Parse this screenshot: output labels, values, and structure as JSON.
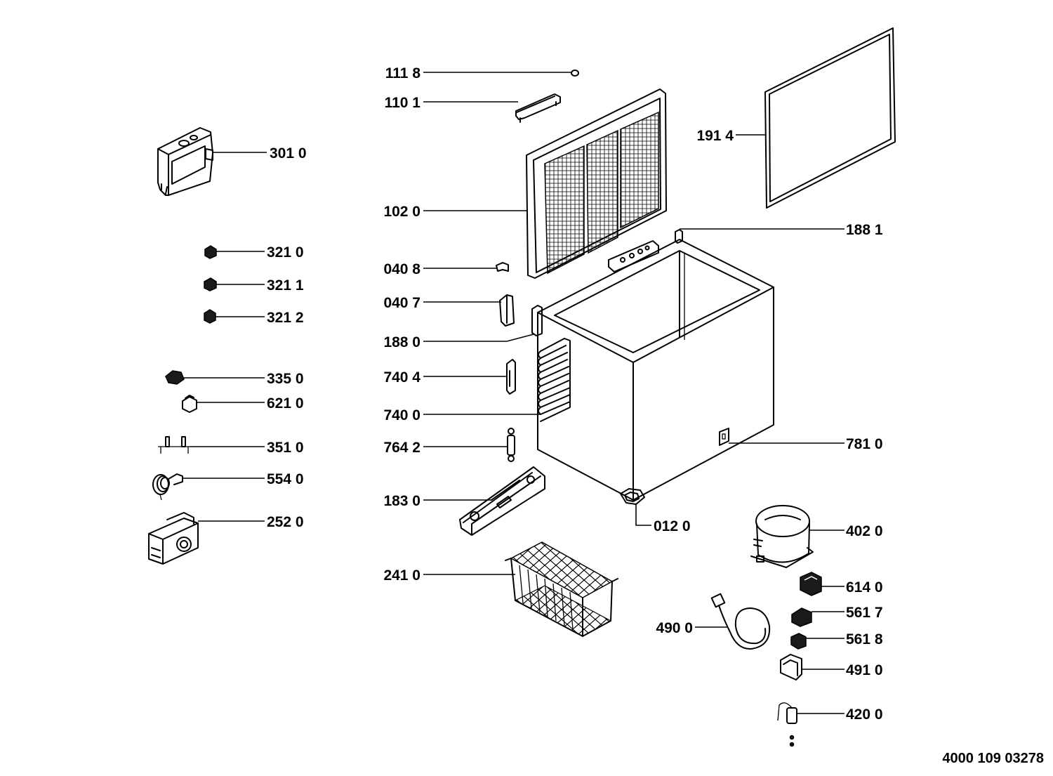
{
  "labels": {
    "p1118": "111 8",
    "p1101": "110 1",
    "p3010": "301 0",
    "p1914": "191 4",
    "p1020": "102 0",
    "p1881": "188 1",
    "p3210": "321 0",
    "p0408": "040 8",
    "p3211": "321 1",
    "p0407": "040 7",
    "p3212": "321 2",
    "p1880": "188 0",
    "p3350": "335 0",
    "p7404": "740 4",
    "p6210": "621 0",
    "p7400": "740 0",
    "p3510": "351 0",
    "p7642": "764 2",
    "p7810": "781 0",
    "p5540": "554 0",
    "p1830": "183 0",
    "p2520": "252 0",
    "p0120": "012 0",
    "p4020": "402 0",
    "p2410": "241 0",
    "p6140": "614 0",
    "p5617": "561 7",
    "p4900": "490 0",
    "p5618": "561 8",
    "p4910": "491 0",
    "p4200": "420 0"
  },
  "document_number": "4000 109 03278"
}
